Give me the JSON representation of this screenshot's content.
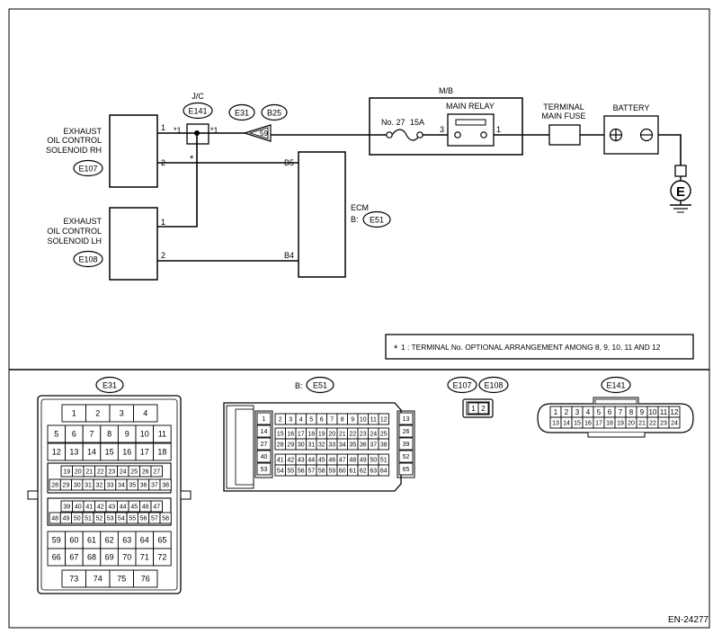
{
  "top": {
    "jc_label": "J/C",
    "e141": "E141",
    "e31": "E31",
    "b25": "B25",
    "conn_num": "59",
    "star1_left": "*1",
    "star1_right": "*1",
    "star": "*",
    "mb_label": "M/B",
    "fuse_label": "No. 27",
    "fuse_amp": "15A",
    "main_relay": "MAIN RELAY",
    "relay_pin_3": "3",
    "relay_pin_1": "1",
    "terminal_main_fuse": [
      "TERMINAL",
      "MAIN FUSE"
    ],
    "battery": "BATTERY",
    "ground": "E",
    "sol_rh": [
      "EXHAUST",
      "OIL CONTROL",
      "SOLENOID RH"
    ],
    "sol_rh_conn": "E107",
    "sol_lh": [
      "EXHAUST",
      "OIL CONTROL",
      "SOLENOID LH"
    ],
    "sol_lh_conn": "E108",
    "pin_1": "1",
    "pin_2": "2",
    "b5": "B5",
    "b4": "B4",
    "ecm": "ECM",
    "ecm_b": "B:",
    "e51": "E51",
    "note": "1 : TERMINAL No. OPTIONAL ARRANGEMENT AMONG 8, 9, 10, 11 AND 12",
    "note_star": "*"
  },
  "connectors": {
    "e31_title": "E31",
    "e51_prefix": "B:",
    "e51_title": "E51",
    "e107_title": "E107",
    "e108_title": "E108",
    "e141_title": "E141"
  },
  "e31_pins": {
    "row1": [
      "1",
      "2",
      "3",
      "4"
    ],
    "row2": [
      "5",
      "6",
      "7",
      "8",
      "9",
      "10",
      "11"
    ],
    "row3": [
      "12",
      "13",
      "14",
      "15",
      "16",
      "17",
      "18"
    ],
    "row4": [
      "19",
      "20",
      "21",
      "22",
      "23",
      "24",
      "25",
      "26",
      "27"
    ],
    "row5": [
      "28",
      "29",
      "30",
      "31",
      "32",
      "33",
      "34",
      "35",
      "36",
      "37",
      "38"
    ],
    "row6": [
      "39",
      "40",
      "41",
      "42",
      "43",
      "44",
      "45",
      "46",
      "47"
    ],
    "row7": [
      "48",
      "49",
      "50",
      "51",
      "52",
      "53",
      "54",
      "55",
      "56",
      "57",
      "58"
    ],
    "row8": [
      "59",
      "60",
      "61",
      "62",
      "63",
      "64",
      "65"
    ],
    "row9": [
      "66",
      "67",
      "68",
      "69",
      "70",
      "71",
      "72"
    ],
    "row10": [
      "73",
      "74",
      "75",
      "76"
    ]
  },
  "e51_pins": {
    "left": [
      "1",
      "14",
      "27",
      "40",
      "53"
    ],
    "right": [
      "13",
      "26",
      "39",
      "52",
      "65"
    ],
    "row1": [
      "2",
      "3",
      "4",
      "5",
      "6",
      "7",
      "8",
      "9",
      "10",
      "11",
      "12"
    ],
    "row2": [
      "15",
      "16",
      "17",
      "18",
      "19",
      "20",
      "21",
      "22",
      "23",
      "24",
      "25"
    ],
    "row3": [
      "28",
      "29",
      "30",
      "31",
      "32",
      "33",
      "34",
      "35",
      "36",
      "37",
      "38"
    ],
    "row4": [
      "41",
      "42",
      "43",
      "44",
      "45",
      "46",
      "47",
      "48",
      "49",
      "50",
      "51"
    ],
    "row5": [
      "54",
      "55",
      "56",
      "57",
      "58",
      "59",
      "60",
      "61",
      "62",
      "63",
      "64"
    ]
  },
  "e107_pins": [
    "1",
    "2"
  ],
  "e141_pins": {
    "row1": [
      "1",
      "2",
      "3",
      "4",
      "5",
      "6",
      "7",
      "8",
      "9",
      "10",
      "11",
      "12"
    ],
    "row2": [
      "13",
      "14",
      "15",
      "16",
      "17",
      "18",
      "19",
      "20",
      "21",
      "22",
      "23",
      "24"
    ]
  },
  "footer_code": "EN-24277"
}
